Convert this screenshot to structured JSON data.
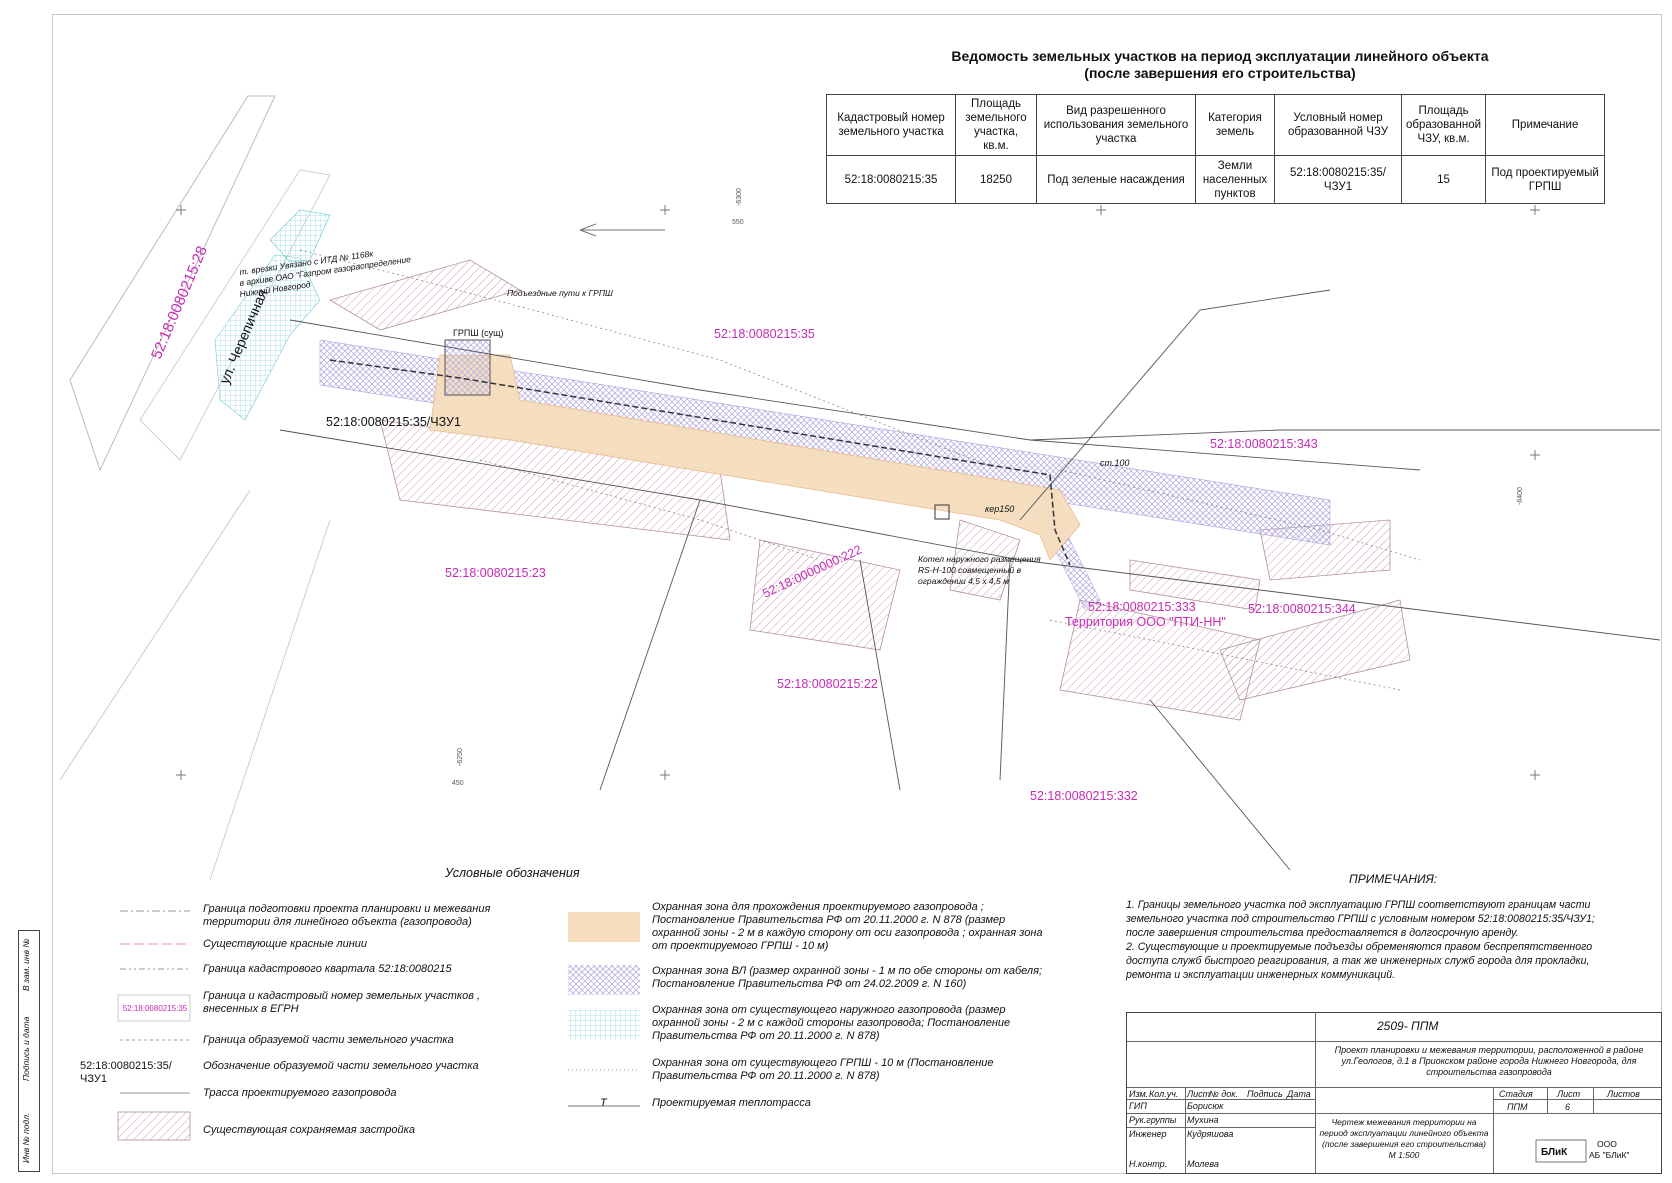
{
  "sheet": {
    "title_line1": "Ведомость земельных участков на период эксплуатации линейного объекта",
    "title_line2": "(после завершения его строительства)"
  },
  "table": {
    "headers": [
      "Кадастровый номер земельного участка",
      "Площадь земельного участка, кв.м.",
      "Вид разрешенного использования земельного участка",
      "Категория земель",
      "Условный номер образованной ЧЗУ",
      "Площадь образованной ЧЗУ, кв.м.",
      "Примечание"
    ],
    "row": [
      "52:18:0080215:35",
      "18250",
      "Под зеленые насаждения",
      "Земли населенных пунктов",
      "52:18:0080215:35/ЧЗУ1",
      "15",
      "Под проектируемый ГРПШ"
    ]
  },
  "map": {
    "street": "ул. Черепичная",
    "parcel_28": "52:18:0080215:28",
    "parcel_35": "52:18:0080215:35",
    "chzu": "52:18:0080215:35/ЧЗУ1",
    "parcel_23": "52:18:0080215:23",
    "parcel_222": "52:18:0000000:222",
    "parcel_22": "52:18:0080215:22",
    "parcel_343": "52:18:0080215:343",
    "parcel_333": "52:18:0080215:333",
    "parcel_344": "52:18:0080215:344",
    "parcel_332": "52:18:0080215:332",
    "territory": "Территория ООО \"ПТИ-НН\"",
    "grpsh": "ГРПШ (сущ)",
    "paths": "Подъездные пути к ГРПШ",
    "boiler_l1": "Котел наружного размещения",
    "boiler_l2": "RS-H-100 совмещенный в",
    "boiler_l3": "ограждении 4,5 х 4,5 м",
    "tie_l1": "т. врезки   Увязано с ИТД № 1168к",
    "tie_l2": "в архиве ОАО \"Газпром газораспределение",
    "tie_l3": "Нижний Новгород",
    "kerp": "кер150",
    "st100": "ст.100",
    "grid_x1": "-6300",
    "grid_x2": "-6400",
    "grid_x3": "-6250",
    "grid_y1": "550",
    "grid_y2": "450"
  },
  "legend": {
    "heading": "Условные обозначения",
    "items": [
      "Граница подготовки проекта планировки и межевания территории для линейного объекта (газопровода)",
      "Существующие красные линии",
      "Граница кадастрового квартала 52:18:0080215",
      "Граница и кадастровый номер земельных участков , внесенных в ЕГРН",
      "Граница образуемой части земельного участка",
      "Обозначение образуемой части земельного участка",
      "Трасса проектируемого газопровода",
      "Существующая сохраняемая застройка"
    ],
    "swatch_cad": "52:18:0080215:35",
    "swatch_chzu": "52:18:0080215:35/ЧЗУ1",
    "zones": [
      "Охранная зона для прохождения проектируемого газопровода ; Постановление Правительства РФ от 20.11.2000 г. N 878 (размер охранной зоны - 2 м в каждую сторону от оси газопровода ; охранная зона от проектируемого ГРПШ - 10 м)",
      "Охранная зона ВЛ (размер охранной зоны - 1 м по обе стороны от кабеля; Постановление Правительства РФ от 24.02.2009 г. N 160)",
      "Охранная зона от существующего наружного газопровода (размер охранной зоны - 2 м с каждой стороны газопровода; Постановление Правительства РФ от 20.11.2000 г. N 878)",
      "Охранная зона от существующего ГРПШ - 10 м (Постановление Правительства РФ от 20.11.2000 г. N 878)",
      "Проектируемая теплотрасса"
    ],
    "t_symbol": "Т"
  },
  "notes": {
    "heading": "ПРИМЕЧАНИЯ:",
    "n1": "1. Границы земельного участка под эксплуатацию ГРПШ соответствуют границам части земельного участка под строительство ГРПШ с условным номером 52:18:0080215:35/ЧЗУ1; после завершения строительства предоставляется в долгосрочную аренду.",
    "n2": "2. Существующие и проектируемые подъезды обременяются правом беспрепятственного доступа служб быстрого реагирования, а так же инженерных служб города для прокладки, ремонта и эксплуатации инженерных коммуникаций."
  },
  "side_stamp": {
    "a": "Инв № подл.",
    "b": "Подпись и дата",
    "c": "В зам. инв №"
  },
  "stamp": {
    "code": "2509- ППМ",
    "project": "Проект планировки и межевания территории, расположенной в районе ул.Геологов, д.1 в Приокском районе города Нижнего Новгорода, для строительства газопровода",
    "h_izm": "Изм.",
    "h_koluch": "Кол.уч.",
    "h_list": "Лист",
    "h_doc": "№ док.",
    "h_sign": "Подпись",
    "h_date": "Дата",
    "r1_role": "ГИП",
    "r1_name": "Борисюк",
    "r2_role": "Рук.группы",
    "r2_name": "Мухина",
    "r3_role": "Инженер",
    "r3_name": "Кудряшова",
    "r4_role": "Н.контр.",
    "r4_name": "Молева",
    "stadia_h": "Стадия",
    "list_h": "Лист",
    "listov_h": "Листов",
    "stadia": "ППМ",
    "list": "6",
    "drawing": "Чертеж межевания территории на период эксплуатации линейного объекта (после завершения его строительства) М 1:500",
    "org_logo": "БЛиК",
    "org_l1": "ООО",
    "org_l2": "АБ \"БЛиК\""
  }
}
